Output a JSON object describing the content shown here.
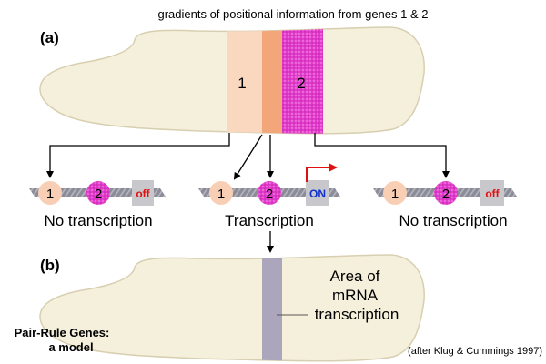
{
  "title": "gradients of positional information from genes 1 & 2",
  "panel_a_label": "(a)",
  "panel_b_label": "(b)",
  "embryo_a": {
    "zone1_label": "1",
    "zone2_label": "2"
  },
  "constructs": [
    {
      "site1": "1",
      "site2": "2",
      "state": "off",
      "caption": "No transcription"
    },
    {
      "site1": "1",
      "site2": "2",
      "state": "ON",
      "caption": "Transcription"
    },
    {
      "site1": "1",
      "site2": "2",
      "state": "off",
      "caption": "No transcription"
    }
  ],
  "embryo_b_annotation": [
    "Area of",
    "mRNA",
    "transcription"
  ],
  "footer_title": [
    "Pair-Rule Genes:",
    "a model"
  ],
  "citation": "(after Klug & Cummings 1997)",
  "colors": {
    "embryo_fill": "#f5f0dc",
    "embryo_stroke": "#d8cfb0",
    "zone1": "#fad8c0",
    "zone_overlap": "#f2a67a",
    "zone2": "#e030c8",
    "site1": "#f8cfb5",
    "site2": "#cf2aba",
    "dna": "#8c8c98",
    "box": "#c8c8cc",
    "off_text": "#e01010",
    "on_text": "#1030d0",
    "arrow_red": "#e01010",
    "stripe": "#aca6bc"
  }
}
